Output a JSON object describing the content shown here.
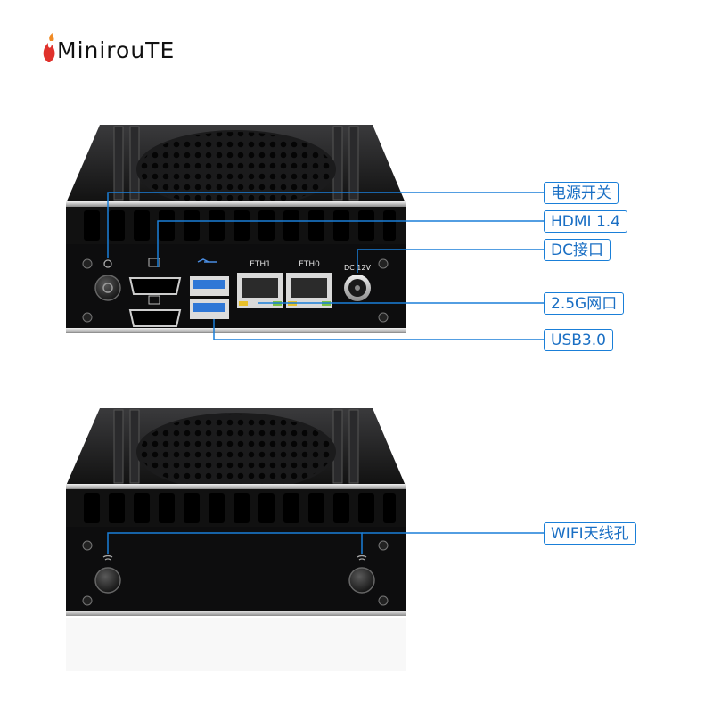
{
  "logo": {
    "text": "MinirouTE"
  },
  "front_panel": {
    "port_labels": {
      "eth1": "ETH1",
      "eth0": "ETH0",
      "dc": "DC 12V"
    },
    "callouts": [
      {
        "id": "power",
        "text": "电源开关"
      },
      {
        "id": "hdmi",
        "text": "HDMI 1.4"
      },
      {
        "id": "dc",
        "text": "DC接口"
      },
      {
        "id": "lan",
        "text": "2.5G网口"
      },
      {
        "id": "usb",
        "text": "USB3.0"
      }
    ]
  },
  "back_panel": {
    "callouts": [
      {
        "id": "wifi",
        "text": "WIFI天线孔"
      }
    ]
  },
  "colors": {
    "accent": "#1a7fd8",
    "chassis": "#0d0d0e",
    "usb_blue": "#2f77d6"
  }
}
